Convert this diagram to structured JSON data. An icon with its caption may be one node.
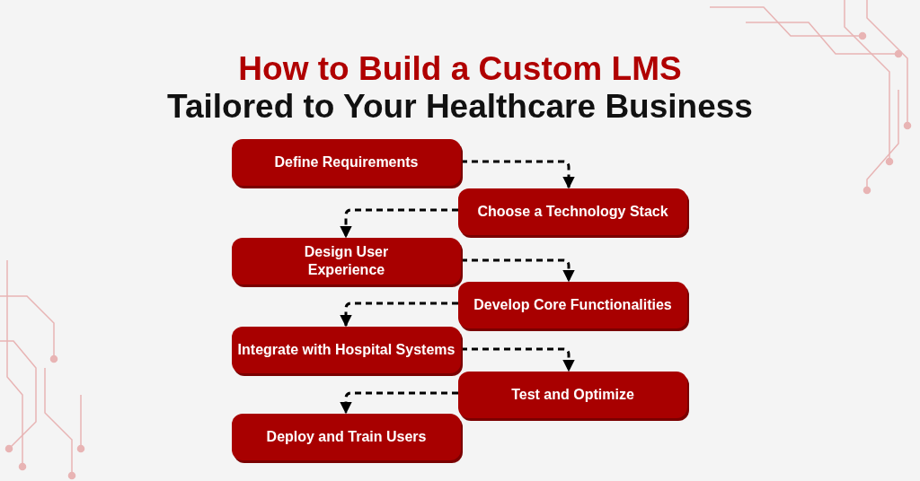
{
  "diagram": {
    "title": "How to Build a Custom LMS",
    "labels": [
      "Tailored to Your Healthcare Business"
    ],
    "nodes": [
      {
        "text": [
          "Define Requirements"
        ]
      },
      {
        "text": [
          "Choose a Technology Stack"
        ]
      },
      {
        "text": [
          "Design User Experience"
        ]
      },
      {
        "text": [
          "Develop Core Functionalities"
        ]
      },
      {
        "text": [
          "Integrate with Hospital Systems"
        ]
      },
      {
        "text": [
          "Test and Optimize"
        ]
      },
      {
        "text": [
          "Deploy and Train Users"
        ]
      }
    ],
    "edges": [
      {
        "from": 0,
        "to": 1,
        "arrow": "to",
        "style": "dashed"
      },
      {
        "from": 1,
        "to": 2,
        "arrow": "to",
        "style": "dashed"
      },
      {
        "from": 2,
        "to": 3,
        "arrow": "to",
        "style": "dashed"
      },
      {
        "from": 3,
        "to": 4,
        "arrow": "to",
        "style": "dashed"
      },
      {
        "from": 4,
        "to": 5,
        "arrow": "to",
        "style": "dashed"
      },
      {
        "from": 5,
        "to": 6,
        "arrow": "to",
        "style": "dashed"
      }
    ]
  }
}
